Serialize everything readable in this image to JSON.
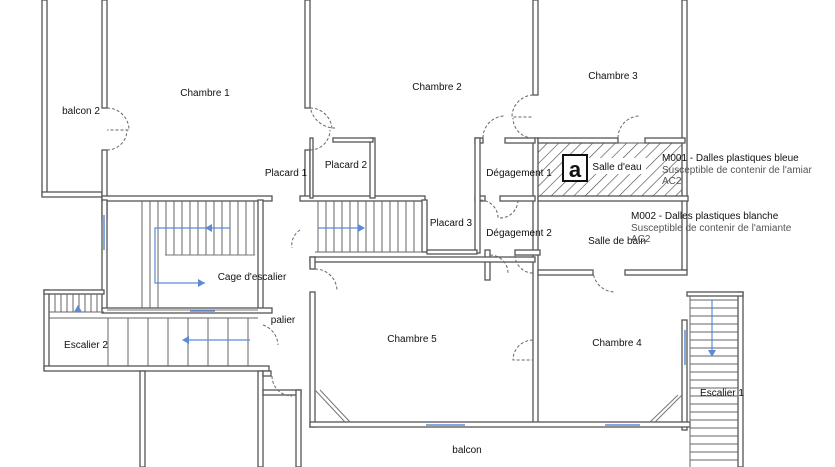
{
  "rooms": {
    "chambre1": "Chambre 1",
    "chambre2": "Chambre 2",
    "chambre3": "Chambre 3",
    "chambre4": "Chambre 4",
    "chambre5": "Chambre 5",
    "balcon2": "balcon 2",
    "placard1": "Placard 1",
    "placard2": "Placard 2",
    "placard3": "Placard 3",
    "degagement1": "Dégagement 1",
    "degagement2": "Dégagement 2",
    "salle_eau": "Salle d'eau",
    "salle_bain": "Salle de bain",
    "cage": "Cage d'escalier",
    "palier": "palier",
    "escalier1": "Escalier 1",
    "escalier2": "Escalier 2",
    "balcon": "balcon"
  },
  "marker": {
    "letter": "a"
  },
  "notes": {
    "m001_title": "M001 - Dalles plastiques bleue",
    "m001_sub": "Susceptible de contenir de l'amiar",
    "m001_extra": "AC2",
    "m002_title": "M002 - Dalles plastiques blanche",
    "m002_sub": "Susceptible de contenir de l'amiante",
    "m002_extra": "AC2"
  },
  "colors": {
    "wall": "#555555",
    "arrow": "#5b8ad6",
    "hatch": "#444444"
  }
}
